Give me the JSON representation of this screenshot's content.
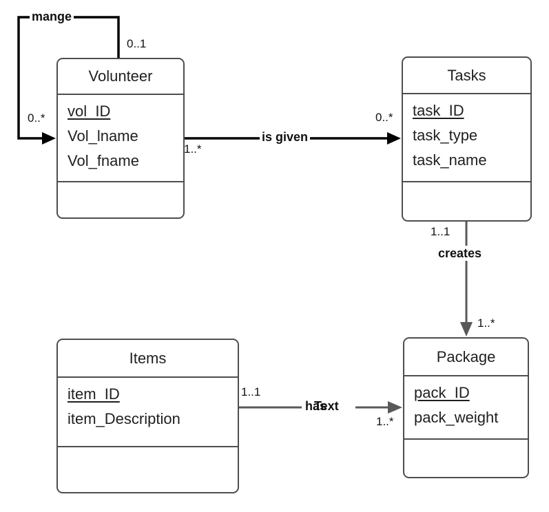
{
  "diagram": {
    "entities": [
      {
        "name": "Volunteer",
        "primary_key": "vol_ID",
        "attributes": [
          "vol_ID",
          "Vol_lname",
          "Vol_fname"
        ]
      },
      {
        "name": "Tasks",
        "primary_key": "task_ID",
        "attributes": [
          "task_ID",
          "task_type",
          "task_name"
        ]
      },
      {
        "name": "Items",
        "primary_key": "item_ID",
        "attributes": [
          "item_ID",
          "item_Description"
        ]
      },
      {
        "name": "Package",
        "primary_key": "pack_ID",
        "attributes": [
          "pack_ID",
          "pack_weight"
        ]
      }
    ],
    "relationships": [
      {
        "label": "mange",
        "from": "Volunteer",
        "to": "Volunteer",
        "from_card": "0..1",
        "to_card": "0..*"
      },
      {
        "label": "is given",
        "from": "Volunteer",
        "to": "Tasks",
        "from_card": "1..*",
        "to_card": "0..*"
      },
      {
        "label": "creates",
        "from": "Tasks",
        "to": "Package",
        "from_card": "1..1",
        "to_card": "1..*"
      },
      {
        "label": "has",
        "stray_label": "Text",
        "from": "Items",
        "to": "Package",
        "from_card": "1..1",
        "to_card": "1..*"
      }
    ],
    "colors": {
      "background": "#ffffff",
      "entity_fill": "#ffffff",
      "entity_border": "#4d4d4d",
      "connector_black": "#000000",
      "connector_gray": "#595959",
      "text": "#1f1f1f"
    }
  }
}
